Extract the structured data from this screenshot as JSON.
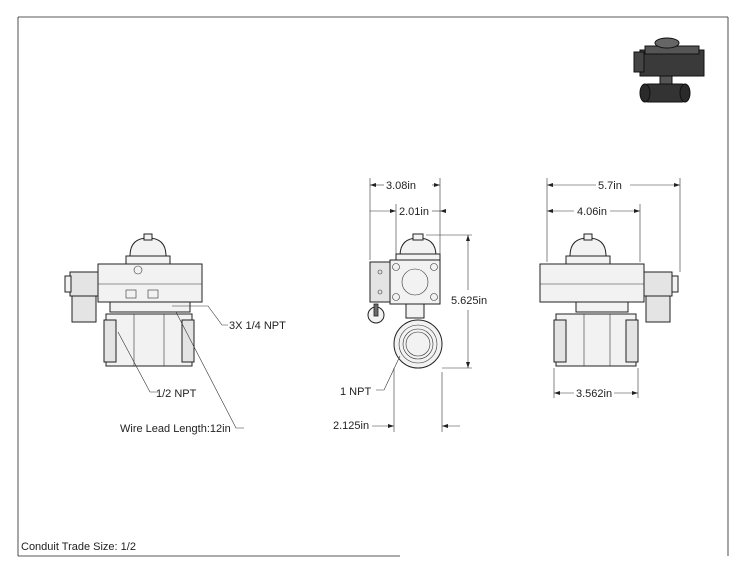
{
  "drawing": {
    "labels": {
      "npt_ports": "3X 1/4 NPT",
      "pipe_side": "1/2 NPT",
      "wire_lead": "Wire Lead Length:12in",
      "pipe_front": "1 NPT",
      "conduit": "Conduit Trade Size: 1/2"
    },
    "dimensions": {
      "front_width": "3.08in",
      "front_inner_width": "2.01in",
      "height": "5.625in",
      "port_offset": "2.125in",
      "side_width": "5.7in",
      "side_inner_width": "4.06in",
      "side_body_width": "3.562in"
    }
  }
}
